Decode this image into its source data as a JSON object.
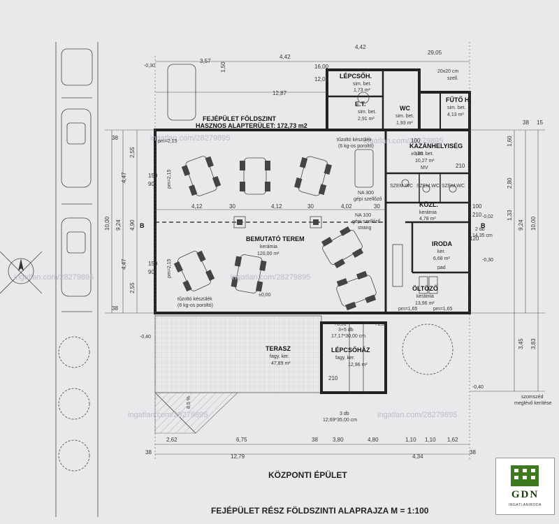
{
  "title": {
    "line1": "KÖZPONTI ÉPÜLET",
    "line2": "FEJÉPÜLET RÉSZ FÖLDSZINTI ALAPRAJZA M = 1:100"
  },
  "area_header": {
    "line1": "FEJÉPÜLET FÖLDSZINT",
    "line2": "HASZNOS ALAPTERÜLET: 172,73 m2"
  },
  "rooms": {
    "showroom": {
      "name": "BEMUTATÓ TEREM",
      "floor": "kerámia",
      "area": "120,00 m²"
    },
    "stair_top": {
      "name": "LÉPCSŐH.",
      "floor": "sim. bet.",
      "area": "1,73 m²"
    },
    "et": {
      "name": "E.T.",
      "floor": "sim. bet.",
      "area": "2,91 m²"
    },
    "wc": {
      "name": "WC",
      "floor": "sim. bet.",
      "area": "1,93 m²"
    },
    "heat": {
      "name": "FŰTŐ H.",
      "floor": "sim. bet.",
      "area": "4,13 m²"
    },
    "boiler": {
      "name": "KAZÁNHELYISÉG",
      "floor": "sim. bet.",
      "area": "10,27 m²"
    },
    "hall": {
      "name": "KÖZL.",
      "floor": "kerámia",
      "area": "4,78 m²"
    },
    "office": {
      "name": "IRODA",
      "floor": "ker.",
      "area": "6,68 m²",
      "extra": "pad"
    },
    "locker": {
      "name": "ÖLTÖZŐ",
      "floor": "kerámia",
      "area": "13,96 m²"
    },
    "terrace": {
      "name": "TERASZ",
      "floor": "fagy. ker.",
      "area": "47,89 m²"
    },
    "stairs": {
      "name": "LÉPCSŐHÁZ",
      "floor": "fagy. ker.",
      "area": "12,96 m²"
    },
    "wc_small": {
      "label1": "SZEM.WC",
      "label2": "SZEM.WC",
      "label3": "SZEM.WC"
    }
  },
  "notes": {
    "fire1": "tűzoltó készülék",
    "fire1b": "(6 kg-os poroltó)",
    "fire2": "tűzoltó készülék",
    "fire2b": "(6 kg-os poroltó)",
    "na300": "NA 300",
    "na300b": "gépi szellőző",
    "na100": "NA 100",
    "na100b": "gépi szellőző",
    "na100c": "strang",
    "mv": "MV",
    "flue": "20x20 cm",
    "flue_b": "szell.",
    "stair_count": "3 db",
    "stair_size": "12,69*35,00 cm",
    "stair_count2": "3+5 db",
    "stair_size2": "17,17*30,00 cm",
    "stair_count3": "2 db",
    "stair_size3": "14,35 cm",
    "zero": "±0,00",
    "zero_b": "±0,00",
    "plus": "+0,51",
    "plus2": "+1,37",
    "minus1": "-0,40",
    "minus2": "-0,40",
    "minus3": "-0,30",
    "minus4": "-0,02",
    "minus5": "-0,30",
    "neighbor1": "szomszéd",
    "neighbor2": "meglévő kerítése",
    "slope": "8,5 %",
    "pm1": "pm=2,15",
    "pm2": "pm=2,15",
    "pm3": "pm=2,15",
    "pm4": "pm=1,65",
    "pm5": "pm=1,65",
    "section_b": "B",
    "section_b2": "B"
  },
  "dims": {
    "top1": "4,42",
    "top2": "4,42",
    "top3": "16,00",
    "top4": "12,00",
    "top5": "12,87",
    "top6": "1,50",
    "top7": "3,57",
    "top8": "29,05",
    "mid1": "4,12",
    "mid2": "4,12",
    "mid3": "4,02",
    "mid4": "30",
    "mid5": "30",
    "mid6": "30",
    "bot1": "2,62",
    "bot2": "6,75",
    "bot3": "3,80",
    "bot4": "4,80",
    "bot5": "1,10",
    "bot6": "1,10",
    "bot7": "1,62",
    "bot8": "12,79",
    "bot9": "4,34",
    "bot10": "38",
    "bot11": "38",
    "bot12": "38",
    "left1": "10,00",
    "left2": "9,24",
    "left3": "4,47",
    "left4": "4,47",
    "left5": "2,55",
    "left6": "2,55",
    "left7": "4,90",
    "left8": "38",
    "left9": "38",
    "right1": "9,24",
    "right2": "10,00",
    "right3": "1,60",
    "right4": "2,80",
    "right5": "1,33",
    "right6": "3,45",
    "right7": "3,83",
    "right8": "15",
    "right9": "38",
    "door1": "150",
    "door2": "90",
    "door3": "150",
    "door4": "90",
    "door5": "100",
    "door6": "210",
    "door7": "210",
    "door8": "100",
    "door9": "120",
    "door10": "210"
  },
  "watermark": {
    "text1": "ingatlan.com/28279895",
    "text2": "ingatlan.com/28279895",
    "text3": "ingatlan.com/28279895",
    "text4": "ingatlan.com/28279895",
    "text5": "ingatlan.com/28279895",
    "text6": "ingatlan.com/28279895"
  },
  "logo": {
    "brand": "GDN",
    "tag": "INGATLANIRODA"
  },
  "colors": {
    "ink": "#222222",
    "paper": "#e9e9ec",
    "logo_green": "#3d7a1f"
  }
}
